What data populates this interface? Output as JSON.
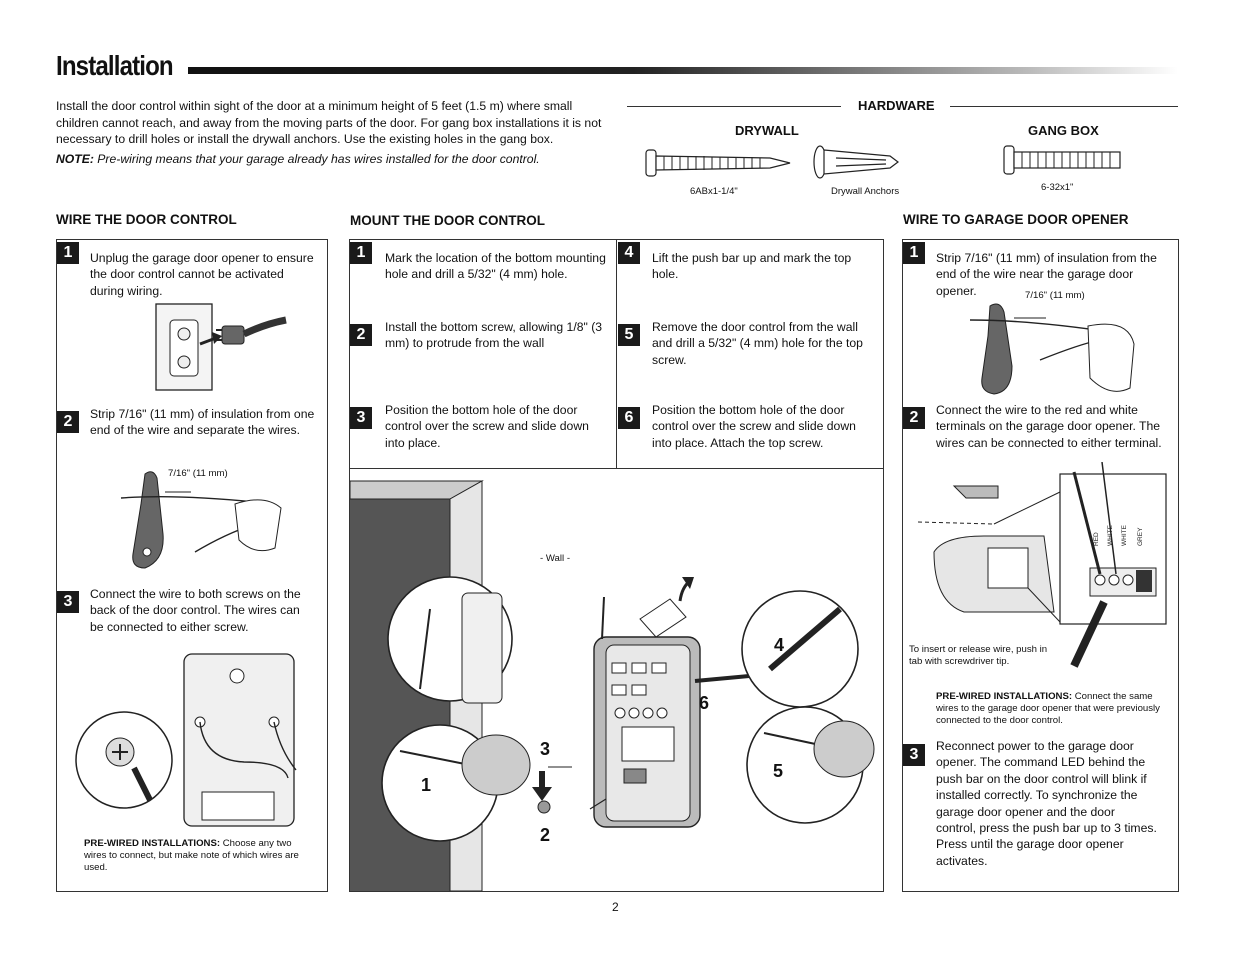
{
  "page": {
    "title": "Installation",
    "intro": "Install the door control within sight of the door at a minimum height of 5 feet (1.5 m) where small children cannot reach, and away from the moving parts of the door. For gang box installations it is not necessary to drill holes or install the drywall anchors. Use the existing holes in the gang box.",
    "note_label": "NOTE:",
    "note_text": " Pre-wiring means that your garage already has wires installed for the door control.",
    "page_number": "2"
  },
  "hardware": {
    "heading": "HARDWARE",
    "drywall_heading": "DRYWALL",
    "gangbox_heading": "GANG BOX",
    "screw_label": "6ABx1-1/4\"",
    "anchors_label": "Drywall Anchors",
    "gang_screw_label": "6-32x1\""
  },
  "wire_door_control": {
    "heading": "WIRE THE DOOR CONTROL",
    "steps": [
      {
        "num": "1",
        "text": "Unplug the garage door opener to ensure the door control cannot be activated during wiring."
      },
      {
        "num": "2",
        "text": "Strip 7/16\" (11 mm) of insulation from one end of the wire and separate the wires."
      },
      {
        "num": "3",
        "text": "Connect the wire to both screws on the back of the door control. The wires can be connected to either screw."
      }
    ],
    "strip_label": "7/16\" (11 mm)",
    "prewired_label": "PRE-WIRED INSTALLATIONS:",
    "prewired_text": " Choose any two wires to connect, but make note of which wires are used."
  },
  "mount_door_control": {
    "heading": "MOUNT THE DOOR CONTROL",
    "steps": [
      {
        "num": "1",
        "text": "Mark the location of the bottom mounting hole and drill a 5/32\" (4 mm) hole."
      },
      {
        "num": "2",
        "text": "Install the bottom screw, allowing 1/8\" (3 mm) to protrude from the wall"
      },
      {
        "num": "3",
        "text": "Position the bottom hole of the door control over the screw and slide down into place."
      },
      {
        "num": "4",
        "text": "Lift the push bar up and mark the top hole."
      },
      {
        "num": "5",
        "text": "Remove the door control from the wall and drill a 5/32\" (4 mm) hole for the top screw."
      },
      {
        "num": "6",
        "text": "Position the bottom hole of the door control over the screw and slide down into place. Attach the top screw."
      }
    ],
    "wall_label": "- Wall -",
    "callouts": [
      "1",
      "2",
      "3",
      "4",
      "5",
      "6"
    ]
  },
  "wire_opener": {
    "heading": "WIRE TO GARAGE DOOR OPENER",
    "steps": [
      {
        "num": "1",
        "text": "Strip 7/16\" (11 mm) of insulation from the end of the wire near the garage door opener."
      },
      {
        "num": "2",
        "text": "Connect the wire to the red and white terminals on the garage door opener. The wires can be connected to either terminal."
      },
      {
        "num": "3",
        "text": "Reconnect power to the garage door opener. The command LED behind the push bar on the door control will blink if installed correctly. To synchronize the garage door opener and the door control, press the push bar up to 3 times. Press until the garage door opener activates."
      }
    ],
    "strip_label": "7/16\" (11 mm)",
    "terminal_labels": [
      "RED",
      "WHITE",
      "WHITE",
      "GREY"
    ],
    "insert_note": "To insert or release wire, push in tab with screwdriver tip.",
    "prewired_label": "PRE-WIRED INSTALLATIONS:",
    "prewired_text": " Connect the same wires to the garage door opener that were previously connected to the door control."
  }
}
